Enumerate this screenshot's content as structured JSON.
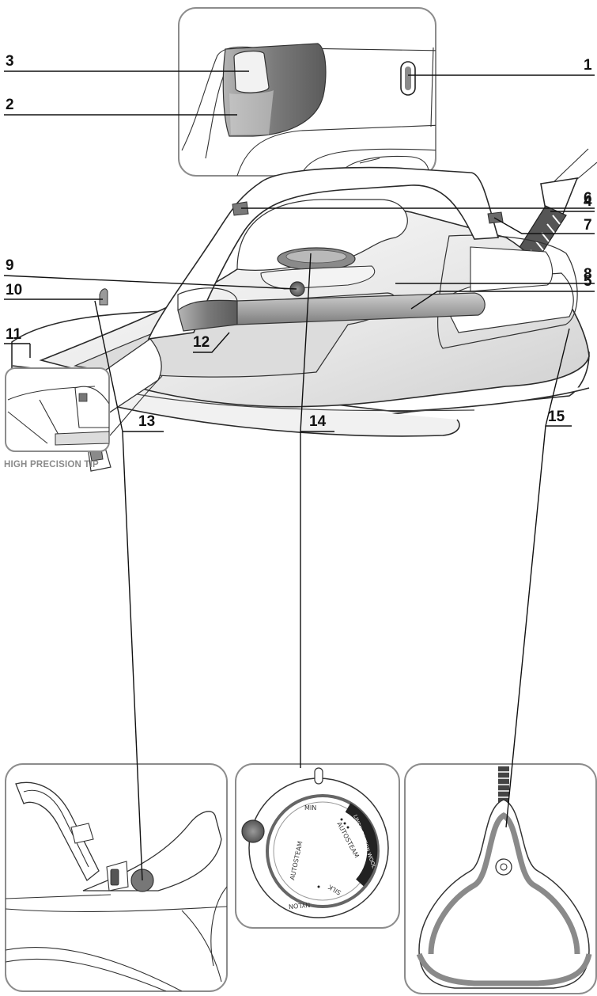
{
  "callouts": {
    "c1": "1",
    "c2": "2",
    "c3": "3",
    "c4": "4",
    "c5": "5",
    "c6": "6",
    "c7": "7",
    "c8": "8",
    "c9": "9",
    "c10": "10",
    "c11": "11",
    "c12": "12",
    "c13": "13",
    "c14": "14",
    "c15": "15"
  },
  "caption": "HIGH PRECISION TIP",
  "dial": {
    "min": "MIN",
    "autosteam_left": "AUTOSTEAM",
    "autosteam_right": "AUTOSTEAM",
    "linen_cotton": "LINEN COTTON WOOL",
    "silk": "SILK",
    "nylon": "NYLON"
  },
  "colors": {
    "outline": "#2a2a2a",
    "panel_border": "#8c8c8c",
    "dark_part": "#6e6e6e",
    "caption": "#8a8a8a"
  }
}
